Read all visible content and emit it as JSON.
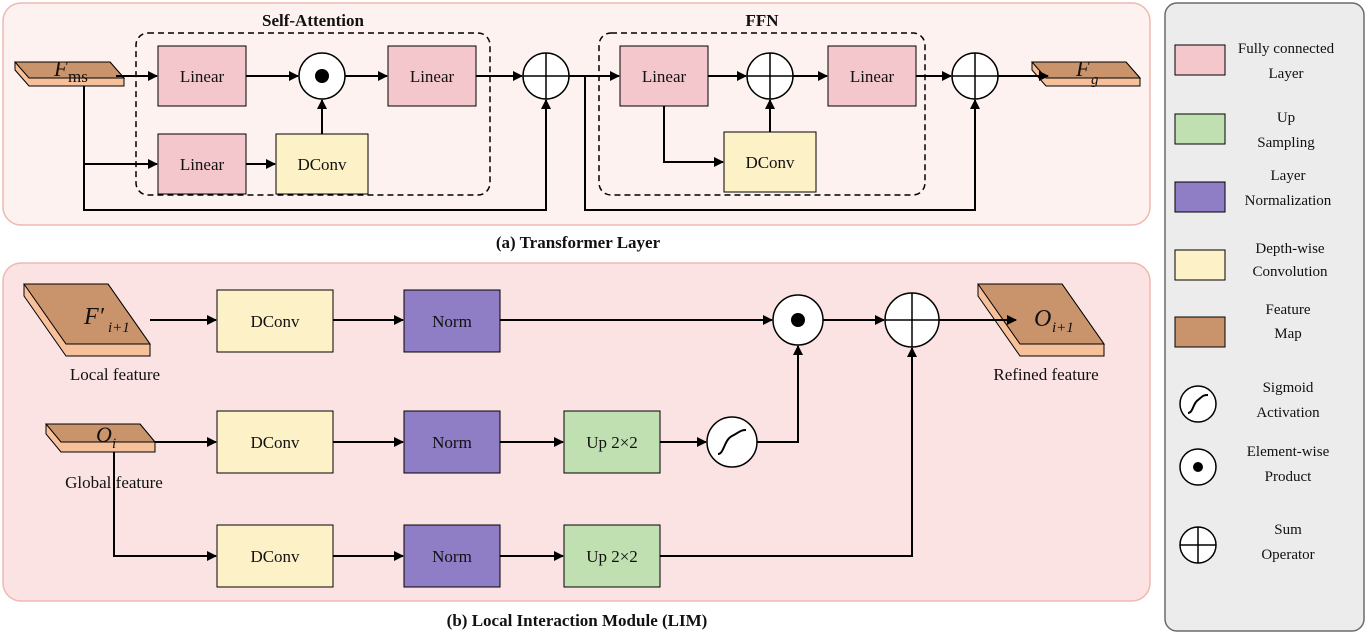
{
  "colors": {
    "fc_layer": "#f4c7cc",
    "up_sampling": "#c1e0b2",
    "layer_norm": "#8f7dc5",
    "depthwise_conv": "#fdf1c8",
    "feature_map": "#c9936c",
    "feature_map_edge": "#f5c09a",
    "panel_a_bg": "#fdf2ef",
    "panel_b_bg": "#fbe3e3",
    "legend_bg": "#ececec"
  },
  "panel_a": {
    "caption": "(a) Transformer Layer",
    "self_attention_title": "Self-Attention",
    "ffn_title": "FFN",
    "input_symbol": "F",
    "input_subscript": "ms",
    "output_symbol": "F",
    "output_subscript": "g",
    "sa_linear_top_left": "Linear",
    "sa_linear_top_right": "Linear",
    "sa_linear_bottom": "Linear",
    "sa_dconv": "DConv",
    "ffn_linear_left": "Linear",
    "ffn_linear_right": "Linear",
    "ffn_dconv": "DConv"
  },
  "panel_b": {
    "caption": "(b) Local Interaction Module (LIM)",
    "local_symbol": "F′",
    "local_subscript": "i+1",
    "local_label": "Local feature",
    "global_symbol": "O",
    "global_subscript": "i",
    "global_label": "Global feature",
    "output_symbol": "O",
    "output_subscript": "i+1",
    "output_label": "Refined feature",
    "row1_dconv": "DConv",
    "row1_norm": "Norm",
    "row2_dconv": "DConv",
    "row2_norm": "Norm",
    "row2_up": "Up 2×2",
    "row3_dconv": "DConv",
    "row3_norm": "Norm",
    "row3_up": "Up 2×2"
  },
  "legend": {
    "items": [
      {
        "label_1": "Fully connected",
        "label_2": "Layer",
        "icon": "fc-layer-swatch"
      },
      {
        "label_1": "Up",
        "label_2": "Sampling",
        "icon": "up-sampling-swatch"
      },
      {
        "label_1": "Layer",
        "label_2": "Normalization",
        "icon": "layer-norm-swatch"
      },
      {
        "label_1": "Depth-wise",
        "label_2": "Convolution",
        "icon": "depthwise-conv-swatch"
      },
      {
        "label_1": "Feature",
        "label_2": "Map",
        "icon": "feature-map-swatch"
      },
      {
        "label_1": "Sigmoid",
        "label_2": "Activation",
        "icon": "sigmoid-icon"
      },
      {
        "label_1": "Element-wise",
        "label_2": "Product",
        "icon": "product-icon"
      },
      {
        "label_1": "Sum",
        "label_2": "Operator",
        "icon": "sum-icon"
      }
    ]
  }
}
